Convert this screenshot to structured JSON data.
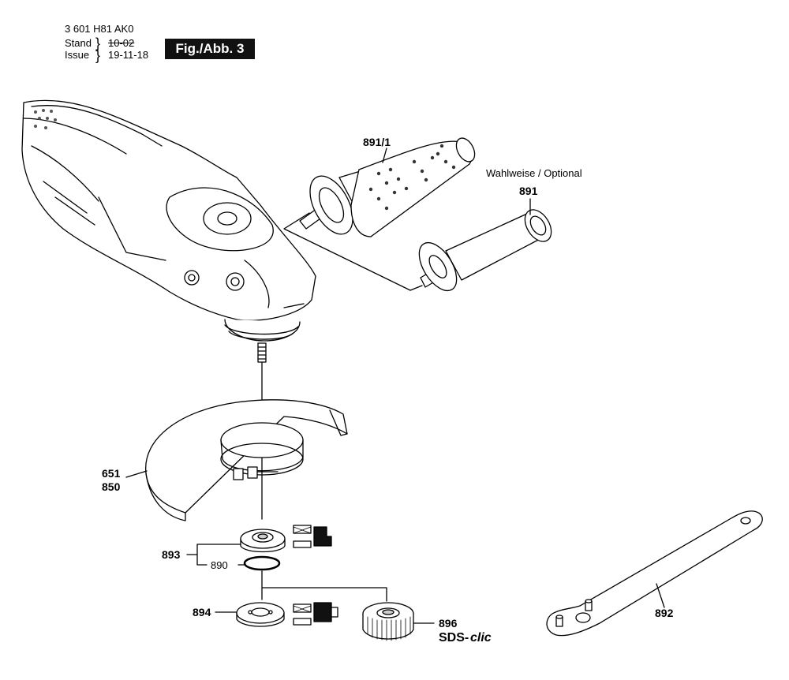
{
  "header": {
    "doc_id": "3 601 H81 AK0",
    "stand_label": "Stand",
    "issue_label": "Issue",
    "stand_old": "10-02",
    "issue_date": "19-11-18",
    "figure": "Fig./Abb. 3"
  },
  "parts": {
    "p891_1": "891/1",
    "optional_note": "Wahlweise / Optional",
    "p891": "891",
    "p651": "651",
    "p850": "850",
    "p893": "893",
    "p890": "890",
    "p894": "894",
    "p896": "896",
    "sds_prefix": "SDS-",
    "sds_suffix": "clic",
    "p892": "892"
  },
  "colors": {
    "line": "#000000",
    "shade": "#d9d9d9",
    "badge": "#111111"
  }
}
